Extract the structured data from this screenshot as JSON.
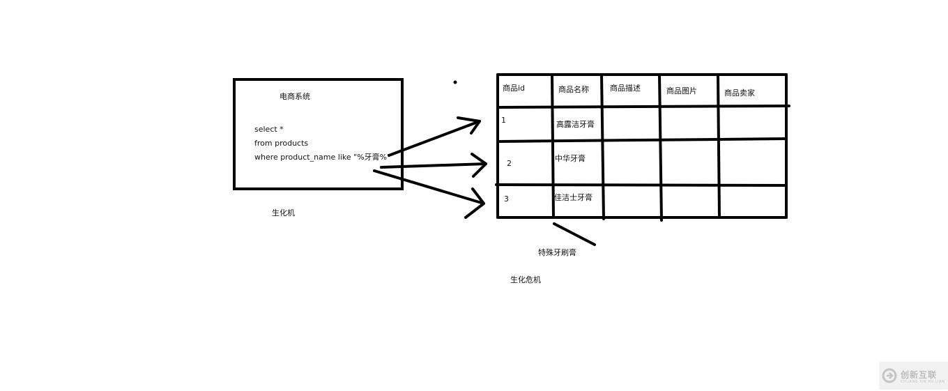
{
  "system_box": {
    "title": "电商系统",
    "sql_lines": [
      "select *",
      "from products",
      "where product_name like \"%牙膏%\""
    ]
  },
  "caption_left": "生化机",
  "table": {
    "headers": [
      "商品id",
      "商品名称",
      "商品描述",
      "商品图片",
      "商品卖家"
    ],
    "rows": [
      [
        "1",
        "高露洁牙膏",
        "",
        "",
        ""
      ],
      [
        "2",
        "中华牙膏",
        "",
        "",
        ""
      ],
      [
        "3",
        "佳洁士牙膏",
        "",
        "",
        ""
      ]
    ]
  },
  "annotation_special": "特殊牙刷膏",
  "annotation_crisis": "生化危机",
  "watermark": {
    "brand": "创新互联",
    "sub": "CHUANG XIN HU LIAN"
  }
}
